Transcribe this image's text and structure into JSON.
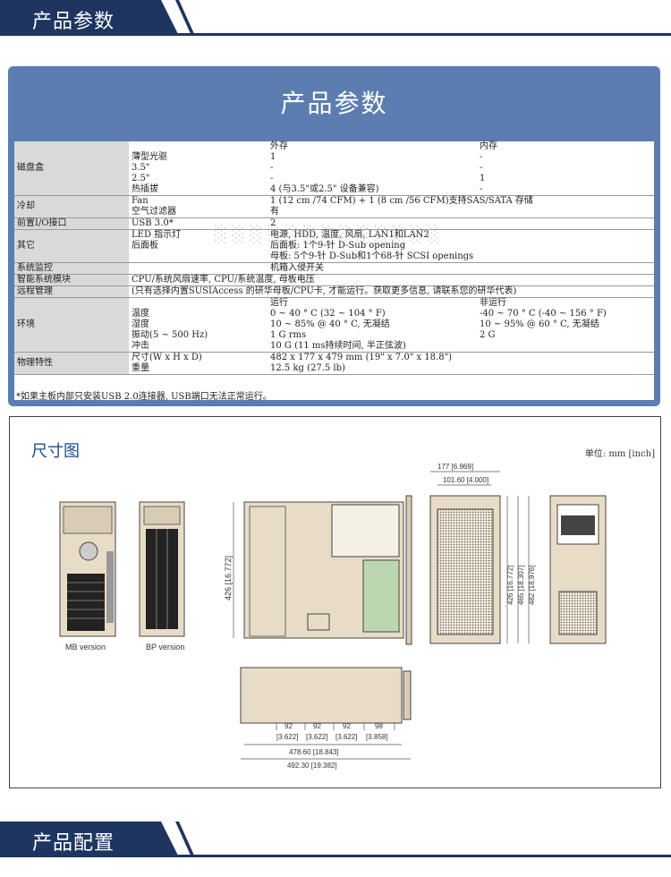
{
  "top_banner": {
    "title": "产品参数"
  },
  "spec": {
    "header": "产品参数",
    "col_external": "外存",
    "col_internal": "内存",
    "rows": [
      {
        "cat": "磁盘盒",
        "items": [
          {
            "label": "",
            "v1": "外存",
            "v2": "内存"
          },
          {
            "label": "薄型光驱",
            "v1": "1",
            "v2": "-"
          },
          {
            "label": "3.5\"",
            "v1": "-",
            "v2": "-"
          },
          {
            "label": "2.5\"",
            "v1": "-",
            "v2": "1"
          },
          {
            "label": "热插拔",
            "v1": "4 (与3.5\"或2.5\" 设备兼容)",
            "v2": "-"
          }
        ]
      },
      {
        "cat": "冷却",
        "items": [
          {
            "label": "Fan",
            "v1": "1 (12 cm /74 CFM) + 1 (8 cm /56 CFM)支持SAS/SATA 存储",
            "v2": ""
          },
          {
            "label": "空气过滤器",
            "v1": "有",
            "v2": ""
          }
        ]
      },
      {
        "cat": "前置I/O接口",
        "items": [
          {
            "label": "USB 3.0*",
            "v1": "2",
            "v2": ""
          }
        ]
      },
      {
        "cat": "其它",
        "items": [
          {
            "label": "LED 指示灯",
            "v1": "电源, HDD, 温度, 风扇, LAN1和LAN2",
            "v2": ""
          },
          {
            "label": "后面板",
            "v1": "后面板: 1个9-针 D-Sub opening",
            "v2": ""
          },
          {
            "label": "",
            "v1": "母板: 5个9-针 D-Sub和1个68-针 SCSI openings",
            "v2": ""
          }
        ]
      },
      {
        "cat": "系统监控",
        "items": [
          {
            "label": "",
            "v1": "机箱入侵开关",
            "v2": ""
          }
        ]
      },
      {
        "cat": "智能系统模块",
        "items": [
          {
            "label": "CPU/系统风扇速率, CPU/系统温度, 母板电压",
            "v1": "",
            "v2": ""
          }
        ]
      },
      {
        "cat": "远程管理",
        "items": [
          {
            "label": "(只有选择内置SUSIAccess 的研华母板/CPU卡, 才能运行。获取更多信息, 请联系您的研华代表)",
            "v1": "",
            "v2": ""
          }
        ]
      },
      {
        "cat": "环境",
        "items": [
          {
            "label": "",
            "v1": "运行",
            "v2": "非运行"
          },
          {
            "label": "温度",
            "v1": "0 ~ 40 ° C (32 ~ 104 ° F)",
            "v2": "-40 ~ 70 ° C (-40 ~ 156 ° F)"
          },
          {
            "label": "湿度",
            "v1": "10 ~ 85% @ 40 ° C, 无凝结",
            "v2": "10 ~ 95% @ 60 ° C, 无凝结"
          },
          {
            "label": "振动(5 ~ 500 Hz)",
            "v1": "1 G rms",
            "v2": "2 G"
          },
          {
            "label": "冲击",
            "v1": "10 G (11 ms持续时间, 半正弦波)",
            "v2": ""
          }
        ]
      },
      {
        "cat": "物理特性",
        "items": [
          {
            "label": "尺寸(W x H x D)",
            "v1": "482 x 177 x 479 mm (19\" x 7.0\" x 18.8\")",
            "v2": ""
          },
          {
            "label": "重量",
            "v1": "12.5 kg (27.5 lb)",
            "v2": ""
          }
        ]
      }
    ],
    "footnote": "*如果主板内部只安装USB 2.0连接器, USB端口无法正常运行。"
  },
  "dimension": {
    "title": "尺寸图",
    "unit": "单位: mm [inch]",
    "mb_version": "MB version",
    "bp_version": "BP version",
    "h_426": "426 [16.772]",
    "front_426": "426 [16.772]",
    "front_465": "465 [18.307]",
    "front_482": "482 [18.976]",
    "w_177": "177 [6.969]",
    "w_101": "101.60 [4.000]",
    "seg_92a": "92",
    "seg_92b": "92",
    "seg_92c": "92",
    "seg_98": "98",
    "seg_92a_in": "[3.622]",
    "seg_92b_in": "[3.622]",
    "seg_92c_in": "[3.622]",
    "seg_98_in": "[3.858]",
    "len_478": "478.60 [18.843]",
    "len_492": "492.30 [19.382]"
  },
  "bottom_banner": {
    "title": "产品配置"
  }
}
